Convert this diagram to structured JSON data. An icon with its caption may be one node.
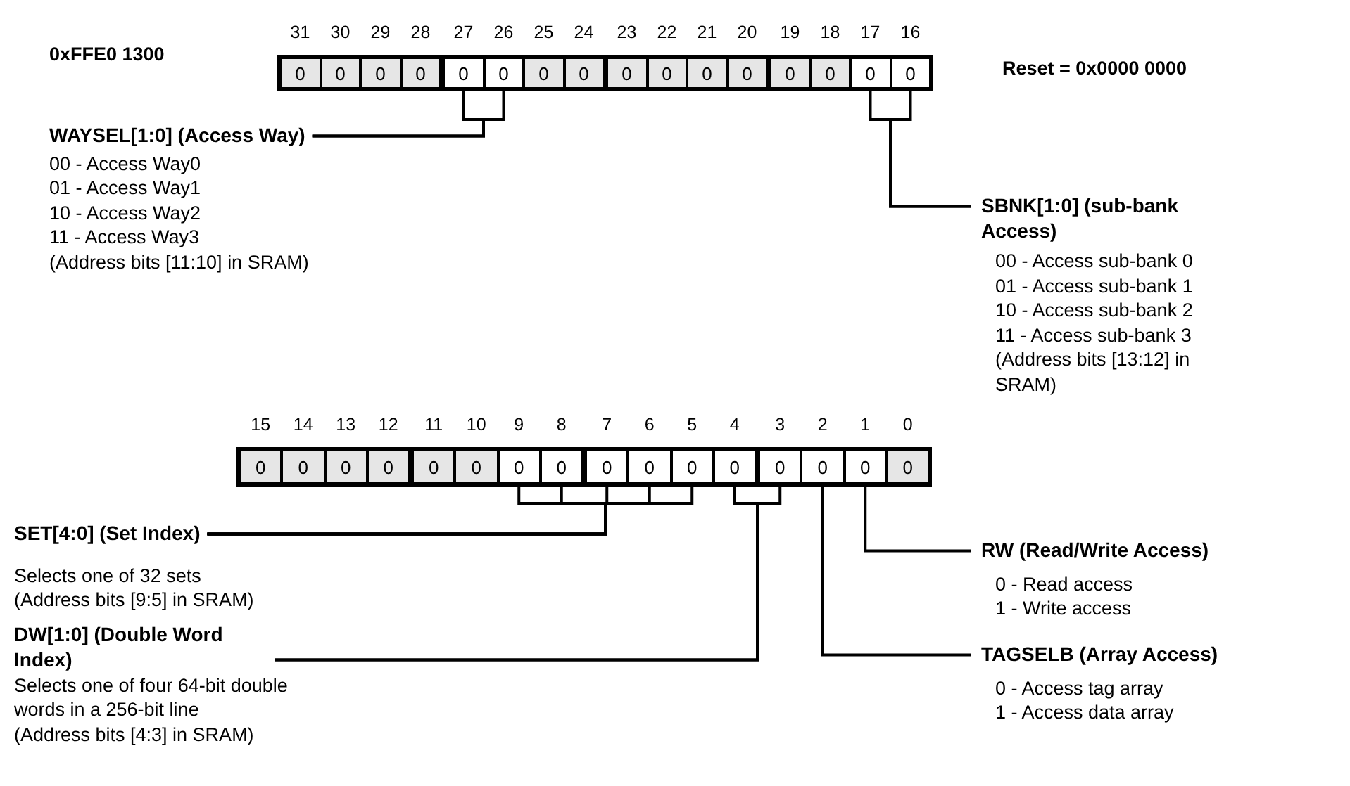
{
  "diagram": {
    "nodes": [
      {
        "text": [
          "0"
        ],
        "beside": [
          "31"
        ]
      },
      {
        "text": [
          "0"
        ],
        "beside": [
          "30"
        ]
      },
      {
        "text": [
          "0"
        ],
        "beside": [
          "29"
        ]
      },
      {
        "text": [
          "0"
        ],
        "beside": [
          "28"
        ]
      },
      {
        "text": [
          "0"
        ],
        "beside": [
          "27"
        ]
      },
      {
        "text": [
          "0"
        ],
        "beside": [
          "26"
        ]
      },
      {
        "text": [
          "0"
        ],
        "beside": [
          "25"
        ]
      },
      {
        "text": [
          "0"
        ],
        "beside": [
          "24"
        ]
      },
      {
        "text": [
          "0"
        ],
        "beside": [
          "23"
        ]
      },
      {
        "text": [
          "0"
        ],
        "beside": [
          "22"
        ]
      },
      {
        "text": [
          "0"
        ],
        "beside": [
          "21"
        ]
      },
      {
        "text": [
          "0"
        ],
        "beside": [
          "20"
        ]
      },
      {
        "text": [
          "0"
        ],
        "beside": [
          "19"
        ]
      },
      {
        "text": [
          "0"
        ],
        "beside": [
          "18"
        ]
      },
      {
        "text": [
          "0"
        ],
        "beside": [
          "17"
        ]
      },
      {
        "text": [
          "0"
        ],
        "beside": [
          "16"
        ]
      },
      {
        "text": [
          "WAYSEL[1:0] (Access Way)",
          "00 - Access Way0",
          "01 - Access Way1",
          "10 - Access Way2",
          "11 - Access Way3",
          "(Address bits [11:10] in SRAM)"
        ]
      },
      {
        "text": [
          "SBNK[1:0] (sub-bank Access)",
          "00 - Access sub-bank 0",
          "01 - Access sub-bank 1",
          "10 - Access sub-bank 2",
          "11 - Access sub-bank 3",
          "(Address bits [13:12] in SRAM)"
        ]
      },
      {
        "text": [
          "0"
        ],
        "beside": [
          "15"
        ]
      },
      {
        "text": [
          "0"
        ],
        "beside": [
          "14"
        ]
      },
      {
        "text": [
          "0"
        ],
        "beside": [
          "13"
        ]
      },
      {
        "text": [
          "0"
        ],
        "beside": [
          "12"
        ]
      },
      {
        "text": [
          "0"
        ],
        "beside": [
          "11"
        ]
      },
      {
        "text": [
          "0"
        ],
        "beside": [
          "10"
        ]
      },
      {
        "text": [
          "0"
        ],
        "beside": [
          "9"
        ]
      },
      {
        "text": [
          "0"
        ],
        "beside": [
          "8"
        ]
      },
      {
        "text": [
          "0"
        ],
        "beside": [
          "7"
        ]
      },
      {
        "text": [
          "0"
        ],
        "beside": [
          "6"
        ]
      },
      {
        "text": [
          "0"
        ],
        "beside": [
          "5"
        ]
      },
      {
        "text": [
          "0"
        ],
        "beside": [
          "4"
        ]
      },
      {
        "text": [
          "0"
        ],
        "beside": [
          "3"
        ]
      },
      {
        "text": [
          "0"
        ],
        "beside": [
          "2"
        ]
      },
      {
        "text": [
          "0"
        ],
        "beside": [
          "1"
        ]
      },
      {
        "text": [
          "0"
        ],
        "beside": [
          "0"
        ]
      },
      {
        "text": [
          "SET[4:0] (Set Index)",
          "Selects one of 32 sets",
          "(Address bits [9:5] in SRAM)"
        ]
      },
      {
        "text": [
          "RW (Read/Write Access)",
          "0 - Read access",
          "1 - Write access"
        ]
      },
      {
        "text": [
          "DW[1:0] (Double Word Index)",
          "Selects one of four 64-bit double words in a 256-bit line",
          "(Address bits [4:3] in SRAM)"
        ]
      },
      {
        "text": [
          "TAGSELB (Array Access)",
          "0 - Access tag array",
          "1 - Access data array"
        ]
      }
    ],
    "edges": [
      {
        "from": 16,
        "to": 4,
        "arrow": "none"
      },
      {
        "from": 16,
        "to": 5,
        "arrow": "none"
      },
      {
        "from": 17,
        "to": 14,
        "arrow": "none"
      },
      {
        "from": 17,
        "to": 15,
        "arrow": "none"
      },
      {
        "from": 34,
        "to": 24,
        "arrow": "none"
      },
      {
        "from": 34,
        "to": 25,
        "arrow": "none"
      },
      {
        "from": 34,
        "to": 26,
        "arrow": "none"
      },
      {
        "from": 34,
        "to": 27,
        "arrow": "none"
      },
      {
        "from": 34,
        "to": 28,
        "arrow": "none"
      },
      {
        "from": 35,
        "to": 32,
        "arrow": "none"
      },
      {
        "from": 36,
        "to": 29,
        "arrow": "none"
      },
      {
        "from": 36,
        "to": 30,
        "arrow": "none"
      },
      {
        "from": 37,
        "to": 31,
        "arrow": "none"
      }
    ],
    "labels": [
      "0xFFE0 1300",
      "Reset = 0x0000 0000"
    ]
  }
}
